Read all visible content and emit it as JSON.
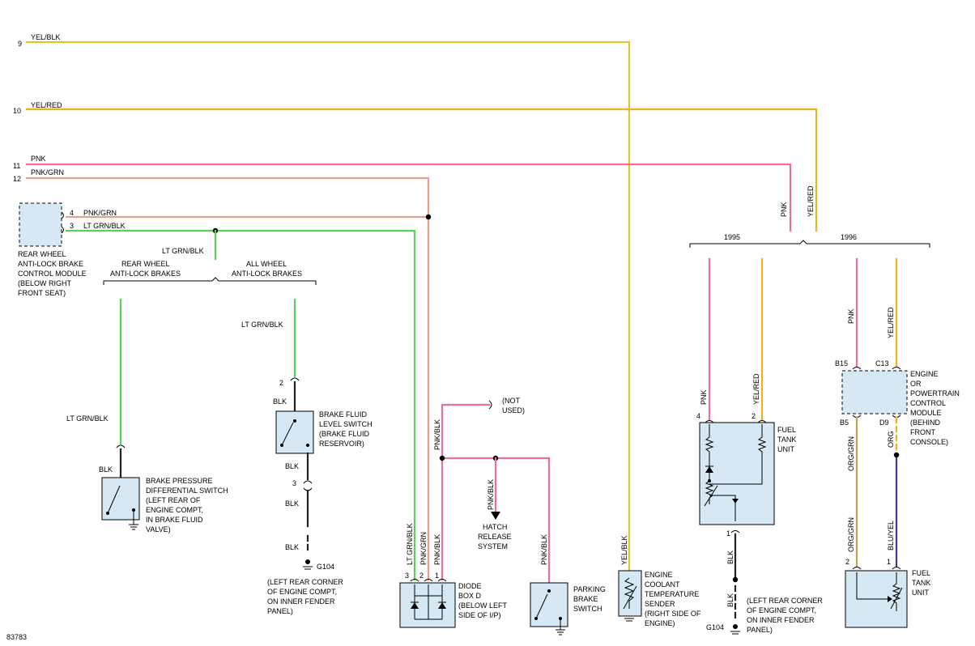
{
  "wire_numbers": {
    "w9": "9",
    "w10": "10",
    "w11": "11",
    "w12": "12"
  },
  "wire_colors": {
    "yel_blk": "YEL/BLK",
    "yel_red": "YEL/RED",
    "pnk": "PNK",
    "pnk_grn": "PNK/GRN",
    "lt_grn_blk": "LT GRN/BLK",
    "blk": "BLK",
    "pnk_blk": "PNK/BLK",
    "org_grn": "ORG/GRN",
    "org": "ORG",
    "blu_yel": "BLU/YEL"
  },
  "year_split": {
    "y1995": "1995",
    "y1996": "1996"
  },
  "rabs_module": {
    "pin4": "4",
    "pin3": "3",
    "lines": [
      "REAR WHEEL",
      "ANTI-LOCK BRAKE",
      "CONTROL MODULE",
      "(BELOW RIGHT",
      "FRONT SEAT)"
    ]
  },
  "brake_options": {
    "rear_lines": [
      "REAR WHEEL",
      "ANTI-LOCK BRAKES"
    ],
    "all_lines": [
      "ALL WHEEL",
      "ANTI-LOCK BRAKES"
    ]
  },
  "pressure_switch": {
    "lines": [
      "BRAKE PRESSURE",
      "DIFFERENTIAL SWITCH",
      "(LEFT REAR OF",
      "ENGINE COMPT,",
      "IN BRAKE FLUID",
      "VALVE)"
    ]
  },
  "fluid_switch": {
    "pin2": "2",
    "pin3": "3",
    "lines": [
      "BRAKE FLUID",
      "LEVEL SWITCH",
      "(BRAKE FLUID",
      "RESERVOIR)"
    ]
  },
  "ground_g104": {
    "label": "G104",
    "lines": [
      "(LEFT REAR CORNER",
      "OF ENGINE COMPT,",
      "ON INNER FENDER",
      "PANEL)"
    ]
  },
  "not_used": {
    "lines": [
      "(NOT",
      "USED)"
    ]
  },
  "hatch": {
    "lines": [
      "HATCH",
      "RELEASE",
      "SYSTEM"
    ]
  },
  "diode_box": {
    "pin3": "3",
    "pin2": "2",
    "pin1": "1",
    "lines": [
      "DIODE",
      "BOX D",
      "(BELOW LEFT",
      "SIDE OF I/P)"
    ]
  },
  "parking_switch": {
    "lines": [
      "PARKING",
      "BRAKE",
      "SWITCH"
    ]
  },
  "coolant_sender": {
    "lines": [
      "ENGINE",
      "COOLANT",
      "TEMPERATURE",
      "SENDER",
      "(RIGHT SIDE OF",
      "ENGINE)"
    ]
  },
  "fuel_unit_1995": {
    "pin4": "4",
    "pin2": "2",
    "pin1": "1",
    "lines": [
      "FUEL",
      "TANK",
      "UNIT"
    ]
  },
  "ground_g104_right": {
    "label": "G104",
    "lines": [
      "(LEFT REAR CORNER",
      "OF ENGINE COMPT,",
      "ON INNER FENDER",
      "PANEL)"
    ]
  },
  "pcm": {
    "pin_b15": "B15",
    "pin_c13": "C13",
    "pin_b5": "B5",
    "pin_d9": "D9",
    "lines": [
      "ENGINE",
      "OR",
      "POWERTRAIN",
      "CONTROL",
      "MODULE",
      "(BEHIND",
      "FRONT",
      "CONSOLE)"
    ]
  },
  "fuel_unit_1996": {
    "pin2": "2",
    "pin1": "1",
    "lines": [
      "FUEL",
      "TANK",
      "UNIT"
    ]
  },
  "figure_id": "83783"
}
